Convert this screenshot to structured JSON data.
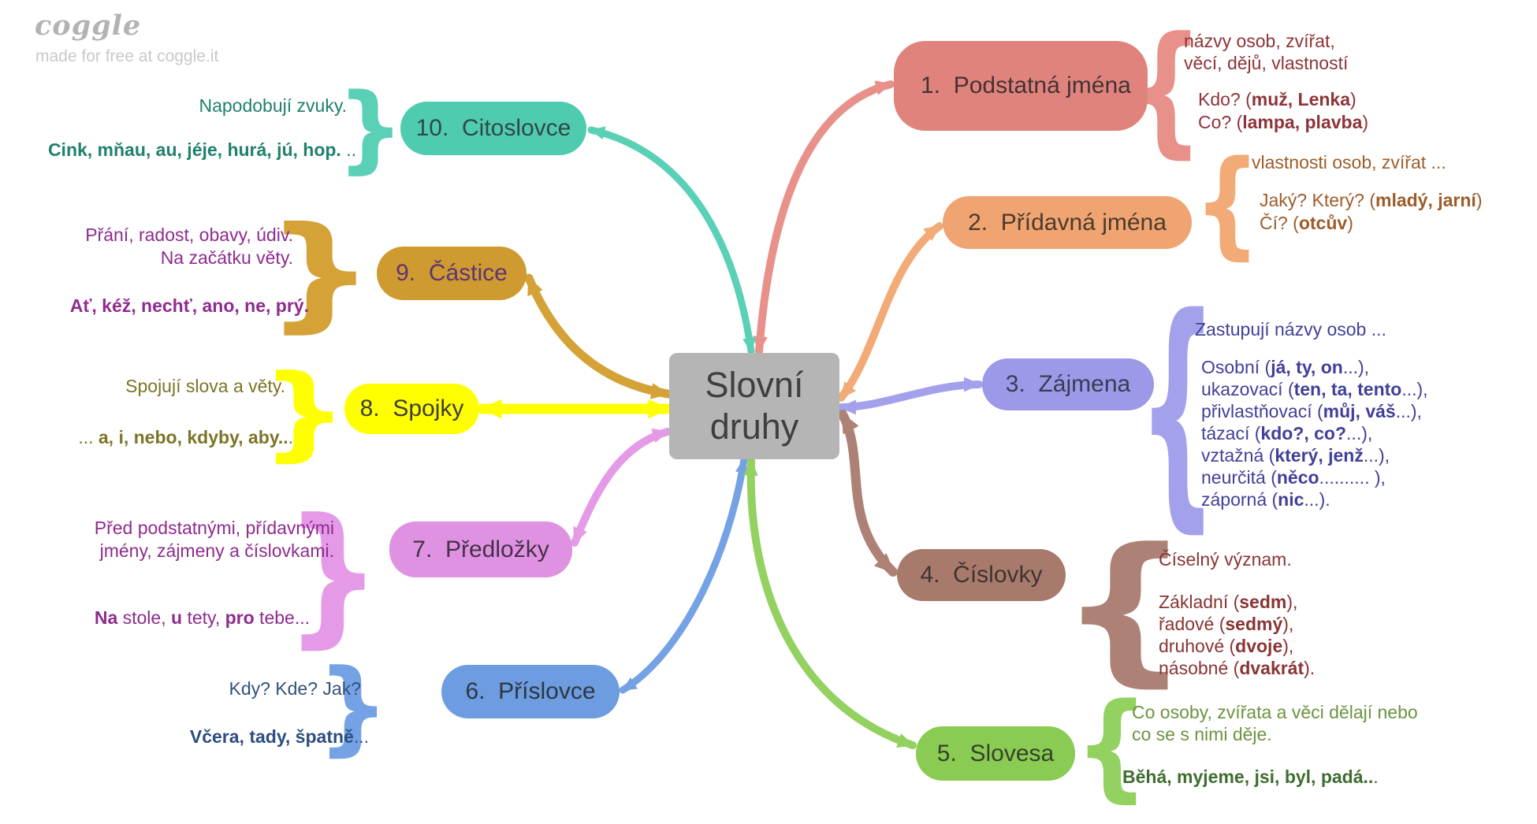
{
  "branding": {
    "logo_text": "coggle",
    "tagline": "made for free at coggle.it"
  },
  "center": {
    "label": "Slovní druhy",
    "fill": "#b5b5b5",
    "label_color": "#3f3f3f"
  },
  "icons": {
    "brace_left": "{",
    "brace_right": "}"
  },
  "nodes": [
    {
      "label": "1.  Podstatná jména",
      "color": "#e0837d",
      "branch_color": "#e8918b",
      "label_color": "#453233",
      "text_color": "#8e3338",
      "note_a": [
        [
          {
            "t": "názvy osob, zvířat,"
          }
        ],
        [
          {
            "t": "věcí, dějů, vlastností"
          }
        ]
      ],
      "note_b": [
        [
          {
            "t": "Kdo? ("
          },
          {
            "t": "muž, Lenka",
            "b": true
          },
          {
            "t": ")"
          }
        ],
        [
          {
            "t": "Co? ("
          },
          {
            "t": "lampa, plavba",
            "b": true
          },
          {
            "t": ")"
          }
        ]
      ]
    },
    {
      "label": "2.  Přídavná jména",
      "color": "#efa471",
      "branch_color": "#f2ab76",
      "label_color": "#4c3a2c",
      "text_color": "#9d5c29",
      "note_a": [
        [
          {
            "t": "vlastnosti osob, zvířat ..."
          }
        ]
      ],
      "note_b": [
        [
          {
            "t": "Jaký? Který? ("
          },
          {
            "t": "mladý, jarní",
            "b": true
          },
          {
            "t": ")"
          }
        ],
        [
          {
            "t": "Čí? ("
          },
          {
            "t": "otcův",
            "b": true
          },
          {
            "t": ")"
          }
        ]
      ]
    },
    {
      "label": "3.  Zájmena",
      "color": "#9b99e8",
      "branch_color": "#a3a1ec",
      "label_color": "#3c3b52",
      "text_color": "#413f99",
      "note_a": [
        [
          {
            "t": "Zastupují názvy osob ..."
          }
        ]
      ],
      "note_b": [
        [
          {
            "t": "Osobní ("
          },
          {
            "t": "já, ty, on",
            "b": true
          },
          {
            "t": "...),"
          }
        ],
        [
          {
            "t": "ukazovací ("
          },
          {
            "t": "ten, ta, tento",
            "b": true
          },
          {
            "t": "...),"
          }
        ],
        [
          {
            "t": "přivlastňovací ("
          },
          {
            "t": "můj, váš",
            "b": true
          },
          {
            "t": "...),"
          }
        ],
        [
          {
            "t": "tázací ("
          },
          {
            "t": "kdo?, co?",
            "b": true
          },
          {
            "t": "...),"
          }
        ],
        [
          {
            "t": "vztažná ("
          },
          {
            "t": "který, jenž",
            "b": true
          },
          {
            "t": "...),"
          }
        ],
        [
          {
            "t": "neurčitá ("
          },
          {
            "t": "něco",
            "b": true
          },
          {
            "t": ".......... ),"
          }
        ],
        [
          {
            "t": "záporná ("
          },
          {
            "t": "nic",
            "b": true
          },
          {
            "t": "...)."
          }
        ]
      ]
    },
    {
      "label": "4.  Číslovky",
      "color": "#a87a6c",
      "branch_color": "#ad8175",
      "label_color": "#3f3330",
      "text_color": "#8a3434",
      "note_a": [
        [
          {
            "t": "Číselný význam."
          }
        ]
      ],
      "note_b": [
        [
          {
            "t": "Základní ("
          },
          {
            "t": "sedm",
            "b": true
          },
          {
            "t": "),"
          }
        ],
        [
          {
            "t": "řadové ("
          },
          {
            "t": "sedmý",
            "b": true
          },
          {
            "t": "),"
          }
        ],
        [
          {
            "t": "druhové ("
          },
          {
            "t": "dvoje",
            "b": true
          },
          {
            "t": "),"
          }
        ],
        [
          {
            "t": "násobné ("
          },
          {
            "t": "dvakrát",
            "b": true
          },
          {
            "t": ")."
          }
        ]
      ]
    },
    {
      "label": "5.  Slovesa",
      "color": "#8acb54",
      "branch_color": "#93d160",
      "label_color": "#35432a",
      "text_color": "#6b9440",
      "text_color_b": "#3f6d30",
      "note_a": [
        [
          {
            "t": "Co osoby, zvířata a věci dělají nebo"
          }
        ],
        [
          {
            "t": "co se s nimi děje."
          }
        ]
      ],
      "note_b": [
        [
          {
            "t": "Běhá, myjeme, jsi, byl, padá..",
            "b": true
          },
          {
            "t": "."
          }
        ]
      ]
    },
    {
      "label": "6.  Příslovce",
      "color": "#6d9ce0",
      "branch_color": "#74a2e4",
      "label_color": "#2c3744",
      "text_color": "#31517e",
      "text_color_b": "#2c4e80",
      "note_a": [
        [
          {
            "t": "Kdy? Kde? Jak?"
          }
        ]
      ],
      "note_b": [
        [
          {
            "t": "Včera, tady, špatně",
            "b": true
          },
          {
            "t": "..."
          }
        ]
      ]
    },
    {
      "label": "7.  Předložky",
      "color": "#e092e2",
      "branch_color": "#e59ae7",
      "label_color": "#46304a",
      "text_color": "#8f2b8f",
      "note_a": [
        [
          {
            "t": "Před podstatnými, přídavnými"
          }
        ],
        [
          {
            "t": "jmény, zájmeny a číslovkami."
          }
        ]
      ],
      "note_b": [
        [
          {
            "t": "Na",
            "b": true
          },
          {
            "t": " stole, "
          },
          {
            "t": "u",
            "b": true
          },
          {
            "t": " tety, "
          },
          {
            "t": "pro",
            "b": true
          },
          {
            "t": " tebe..."
          }
        ]
      ]
    },
    {
      "label": "8.  Spojky",
      "color": "#ffff00",
      "branch_color": "#ffff00",
      "label_color": "#3d3d3d",
      "text_color": "#7c7426",
      "note_a": [
        [
          {
            "t": "Spojují slova a věty."
          }
        ]
      ],
      "note_b": [
        [
          {
            "t": "... "
          },
          {
            "t": "a, i, nebo, kdyby, aby..",
            "b": true
          },
          {
            "t": "."
          }
        ]
      ]
    },
    {
      "label": "9.  Částice",
      "color": "#cf9a30",
      "branch_color": "#d4a237",
      "label_color": "#5e3572",
      "text_color": "#8f2b8f",
      "note_a": [
        [
          {
            "t": "Přání, radost, obavy, údiv."
          }
        ],
        [
          {
            "t": "Na začátku věty."
          }
        ]
      ],
      "note_b": [
        [
          {
            "t": "Ať, kéž, nechť, ano, ne, prý.",
            "b": true
          }
        ]
      ]
    },
    {
      "label": "10.  Citoslovce",
      "color": "#4fcbb0",
      "branch_color": "#5ad0b6",
      "label_color": "#2f4a44",
      "text_color": "#20806c",
      "note_a": [
        [
          {
            "t": "Napodobují zvuky."
          }
        ]
      ],
      "note_b": [
        [
          {
            "t": "Cink, mňau, au, jéje, hurá, jú, hop.",
            "b": true
          },
          {
            "t": " .."
          }
        ]
      ]
    }
  ]
}
